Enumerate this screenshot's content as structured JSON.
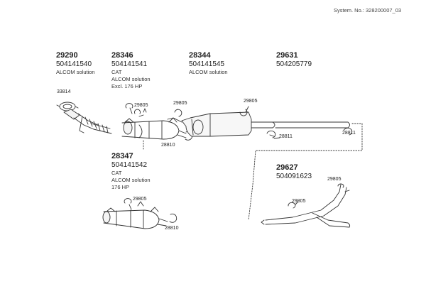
{
  "system_number": "System. No.: 328200007_03",
  "parts": [
    {
      "number": "29290",
      "ref": "504141540",
      "lines": [
        "ALCOM solution"
      ]
    },
    {
      "number": "28346",
      "ref": "504141541",
      "lines": [
        "CAT",
        "ALCOM solution",
        "Excl. 176 HP"
      ]
    },
    {
      "number": "28344",
      "ref": "504141545",
      "lines": [
        "ALCOM solution"
      ]
    },
    {
      "number": "29631",
      "ref": "504205779",
      "lines": []
    },
    {
      "number": "28347",
      "ref": "504141542",
      "lines": [
        "CAT",
        "ALCOM solution",
        "176 HP"
      ]
    },
    {
      "number": "29627",
      "ref": "504091623",
      "lines": []
    }
  ],
  "callouts": {
    "gasket": "33814",
    "clamp_cat_top": "29805",
    "clamp_cat_bottom": "28810",
    "clamp_muffler_left": "29805",
    "clamp_muffler_right": "29805",
    "clamp_pipe_left": "28811",
    "clamp_pipe_right": "28811",
    "clamp_cat2_top": "29805",
    "clamp_cat2_bottom": "28810",
    "clamp_tail_left": "29805",
    "clamp_tail_right": "29805"
  }
}
